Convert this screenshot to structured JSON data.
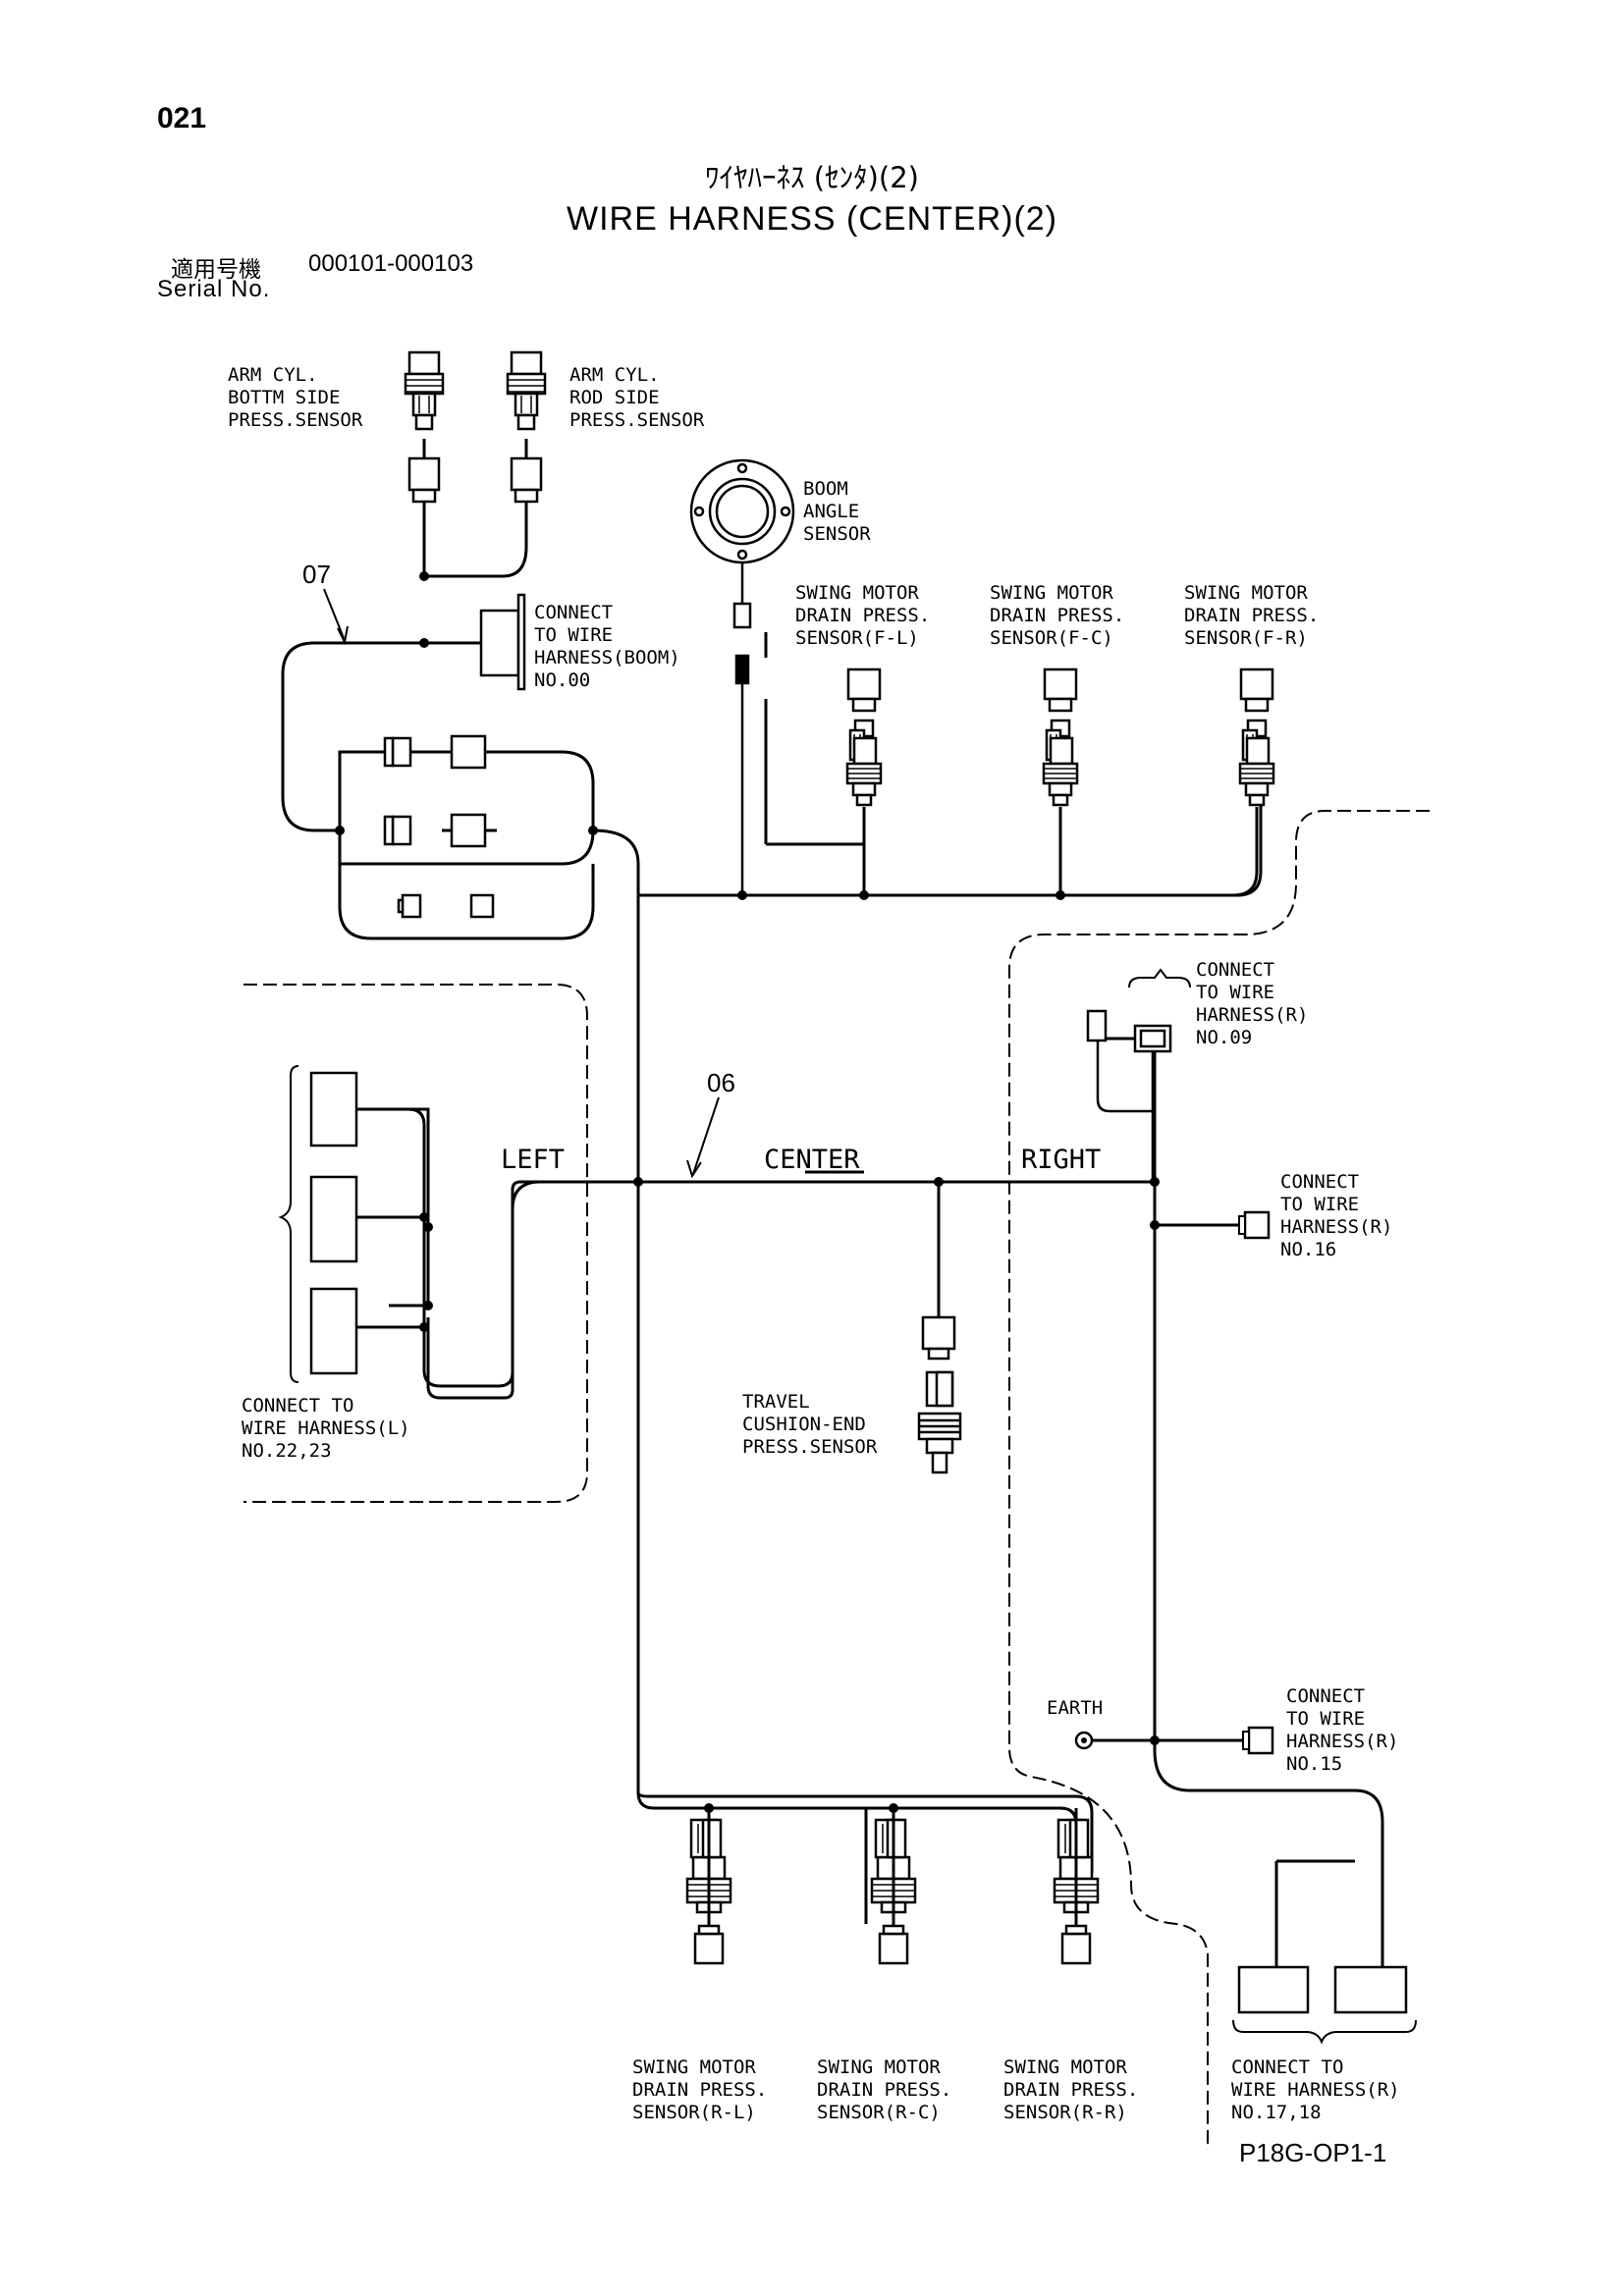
{
  "page_number": "021",
  "title_jp": "ﾜｲﾔﾊｰﾈｽ (ｾﾝﾀ)(2)",
  "title_en": "WIRE HARNESS (CENTER)(2)",
  "serial": {
    "label_jp": "適用号機",
    "label_en": "Serial No.",
    "value": "000101-000103"
  },
  "doc_code": "P18G-OP1-1",
  "parts": {
    "harness_07": "07",
    "harness_06": "06"
  },
  "zones": {
    "left": "LEFT",
    "center": "CENTER",
    "right": "RIGHT"
  },
  "labels": {
    "arm_bottom": [
      "ARM CYL.",
      "BOTTM SIDE",
      "PRESS.SENSOR"
    ],
    "arm_rod": [
      "ARM CYL.",
      "ROD SIDE",
      "PRESS.SENSOR"
    ],
    "boom_angle": [
      "BOOM",
      "ANGLE",
      "SENSOR"
    ],
    "boom_connect": [
      "CONNECT",
      "TO WIRE",
      "HARNESS(BOOM)",
      "NO.00"
    ],
    "swing_fl": [
      "SWING MOTOR",
      "DRAIN PRESS.",
      "SENSOR(F-L)"
    ],
    "swing_fc": [
      "SWING MOTOR",
      "DRAIN PRESS.",
      "SENSOR(F-C)"
    ],
    "swing_fr": [
      "SWING MOTOR",
      "DRAIN PRESS.",
      "SENSOR(F-R)"
    ],
    "connect_r09": [
      "CONNECT",
      "TO WIRE",
      "HARNESS(R)",
      "NO.09"
    ],
    "connect_r16": [
      "CONNECT",
      "TO WIRE",
      "HARNESS(R)",
      "NO.16"
    ],
    "connect_l": [
      "CONNECT TO",
      "WIRE HARNESS(L)",
      "NO.22,23"
    ],
    "travel": [
      "TRAVEL",
      "CUSHION-END",
      "PRESS.SENSOR"
    ],
    "earth": "EARTH",
    "connect_r15": [
      "CONNECT",
      "TO WIRE",
      "HARNESS(R)",
      "NO.15"
    ],
    "swing_rl": [
      "SWING MOTOR",
      "DRAIN PRESS.",
      "SENSOR(R-L)"
    ],
    "swing_rc": [
      "SWING MOTOR",
      "DRAIN PRESS.",
      "SENSOR(R-C)"
    ],
    "swing_rr": [
      "SWING MOTOR",
      "DRAIN PRESS.",
      "SENSOR(R-R)"
    ],
    "connect_r1718": [
      "CONNECT TO",
      "WIRE HARNESS(R)",
      "NO.17,18"
    ]
  }
}
